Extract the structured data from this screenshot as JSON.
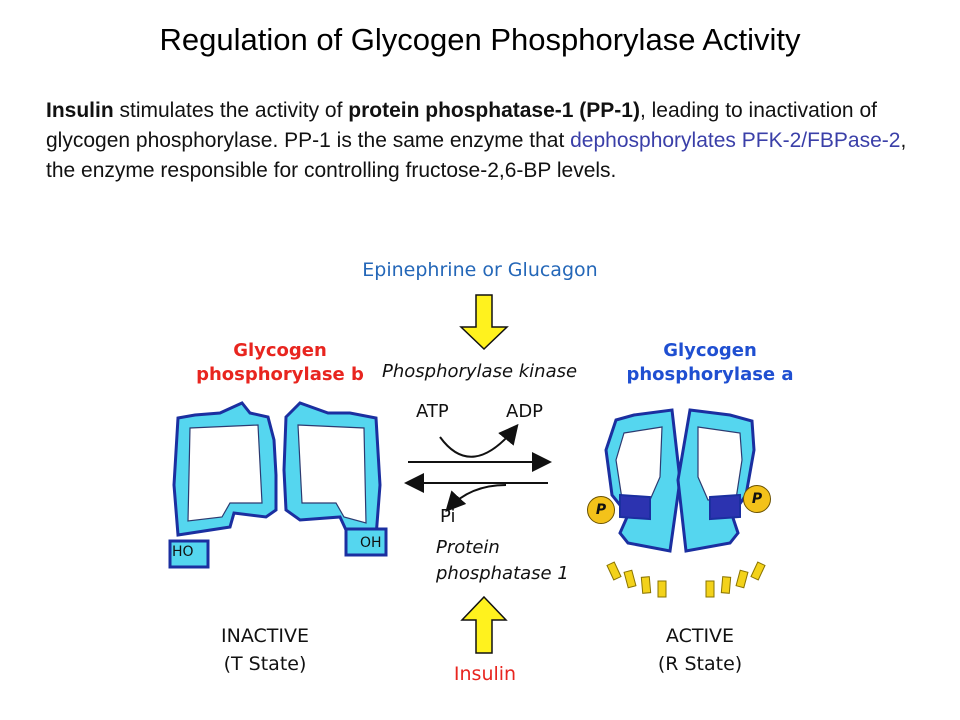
{
  "title": "Regulation of Glycogen Phosphorylase Activity",
  "paragraph": {
    "s1": "Insulin",
    "s2": " stimulates the activity of ",
    "s3": "protein phosphatase-1 (PP-1)",
    "s4": ", leading to inactivation of glycogen phosphorylase. PP-1 is the same enzyme that ",
    "s5": "dephosphorylates PFK-2/FBPase-2",
    "s6": ", the enzyme responsible for controlling fructose-2,6-BP levels."
  },
  "diagram": {
    "top_signal": "Epinephrine or Glucagon",
    "left_enzyme_line1": "Glycogen",
    "left_enzyme_line2": "phosphorylase b",
    "right_enzyme_line1": "Glycogen",
    "right_enzyme_line2": "phosphorylase a",
    "kinase": "Phosphorylase kinase",
    "atp": "ATP",
    "adp": "ADP",
    "pi": "Pi",
    "phosphatase_line1": "Protein",
    "phosphatase_line2": "phosphatase 1",
    "ho": "HO",
    "oh": "OH",
    "phospho_mark": "P",
    "inactive_line1": "INACTIVE",
    "inactive_line2": "(T State)",
    "active_line1": "ACTIVE",
    "active_line2": "(R State)",
    "bottom_signal": "Insulin"
  },
  "colors": {
    "protein_fill": "#55d6ef",
    "protein_outline": "#1b2fa0",
    "arrow_yellow": "#fff21e",
    "left_label": "#e8251f",
    "right_label": "#1f4fd1",
    "top_signal": "#2467b8",
    "phospho_badge": "#f3c21a"
  }
}
